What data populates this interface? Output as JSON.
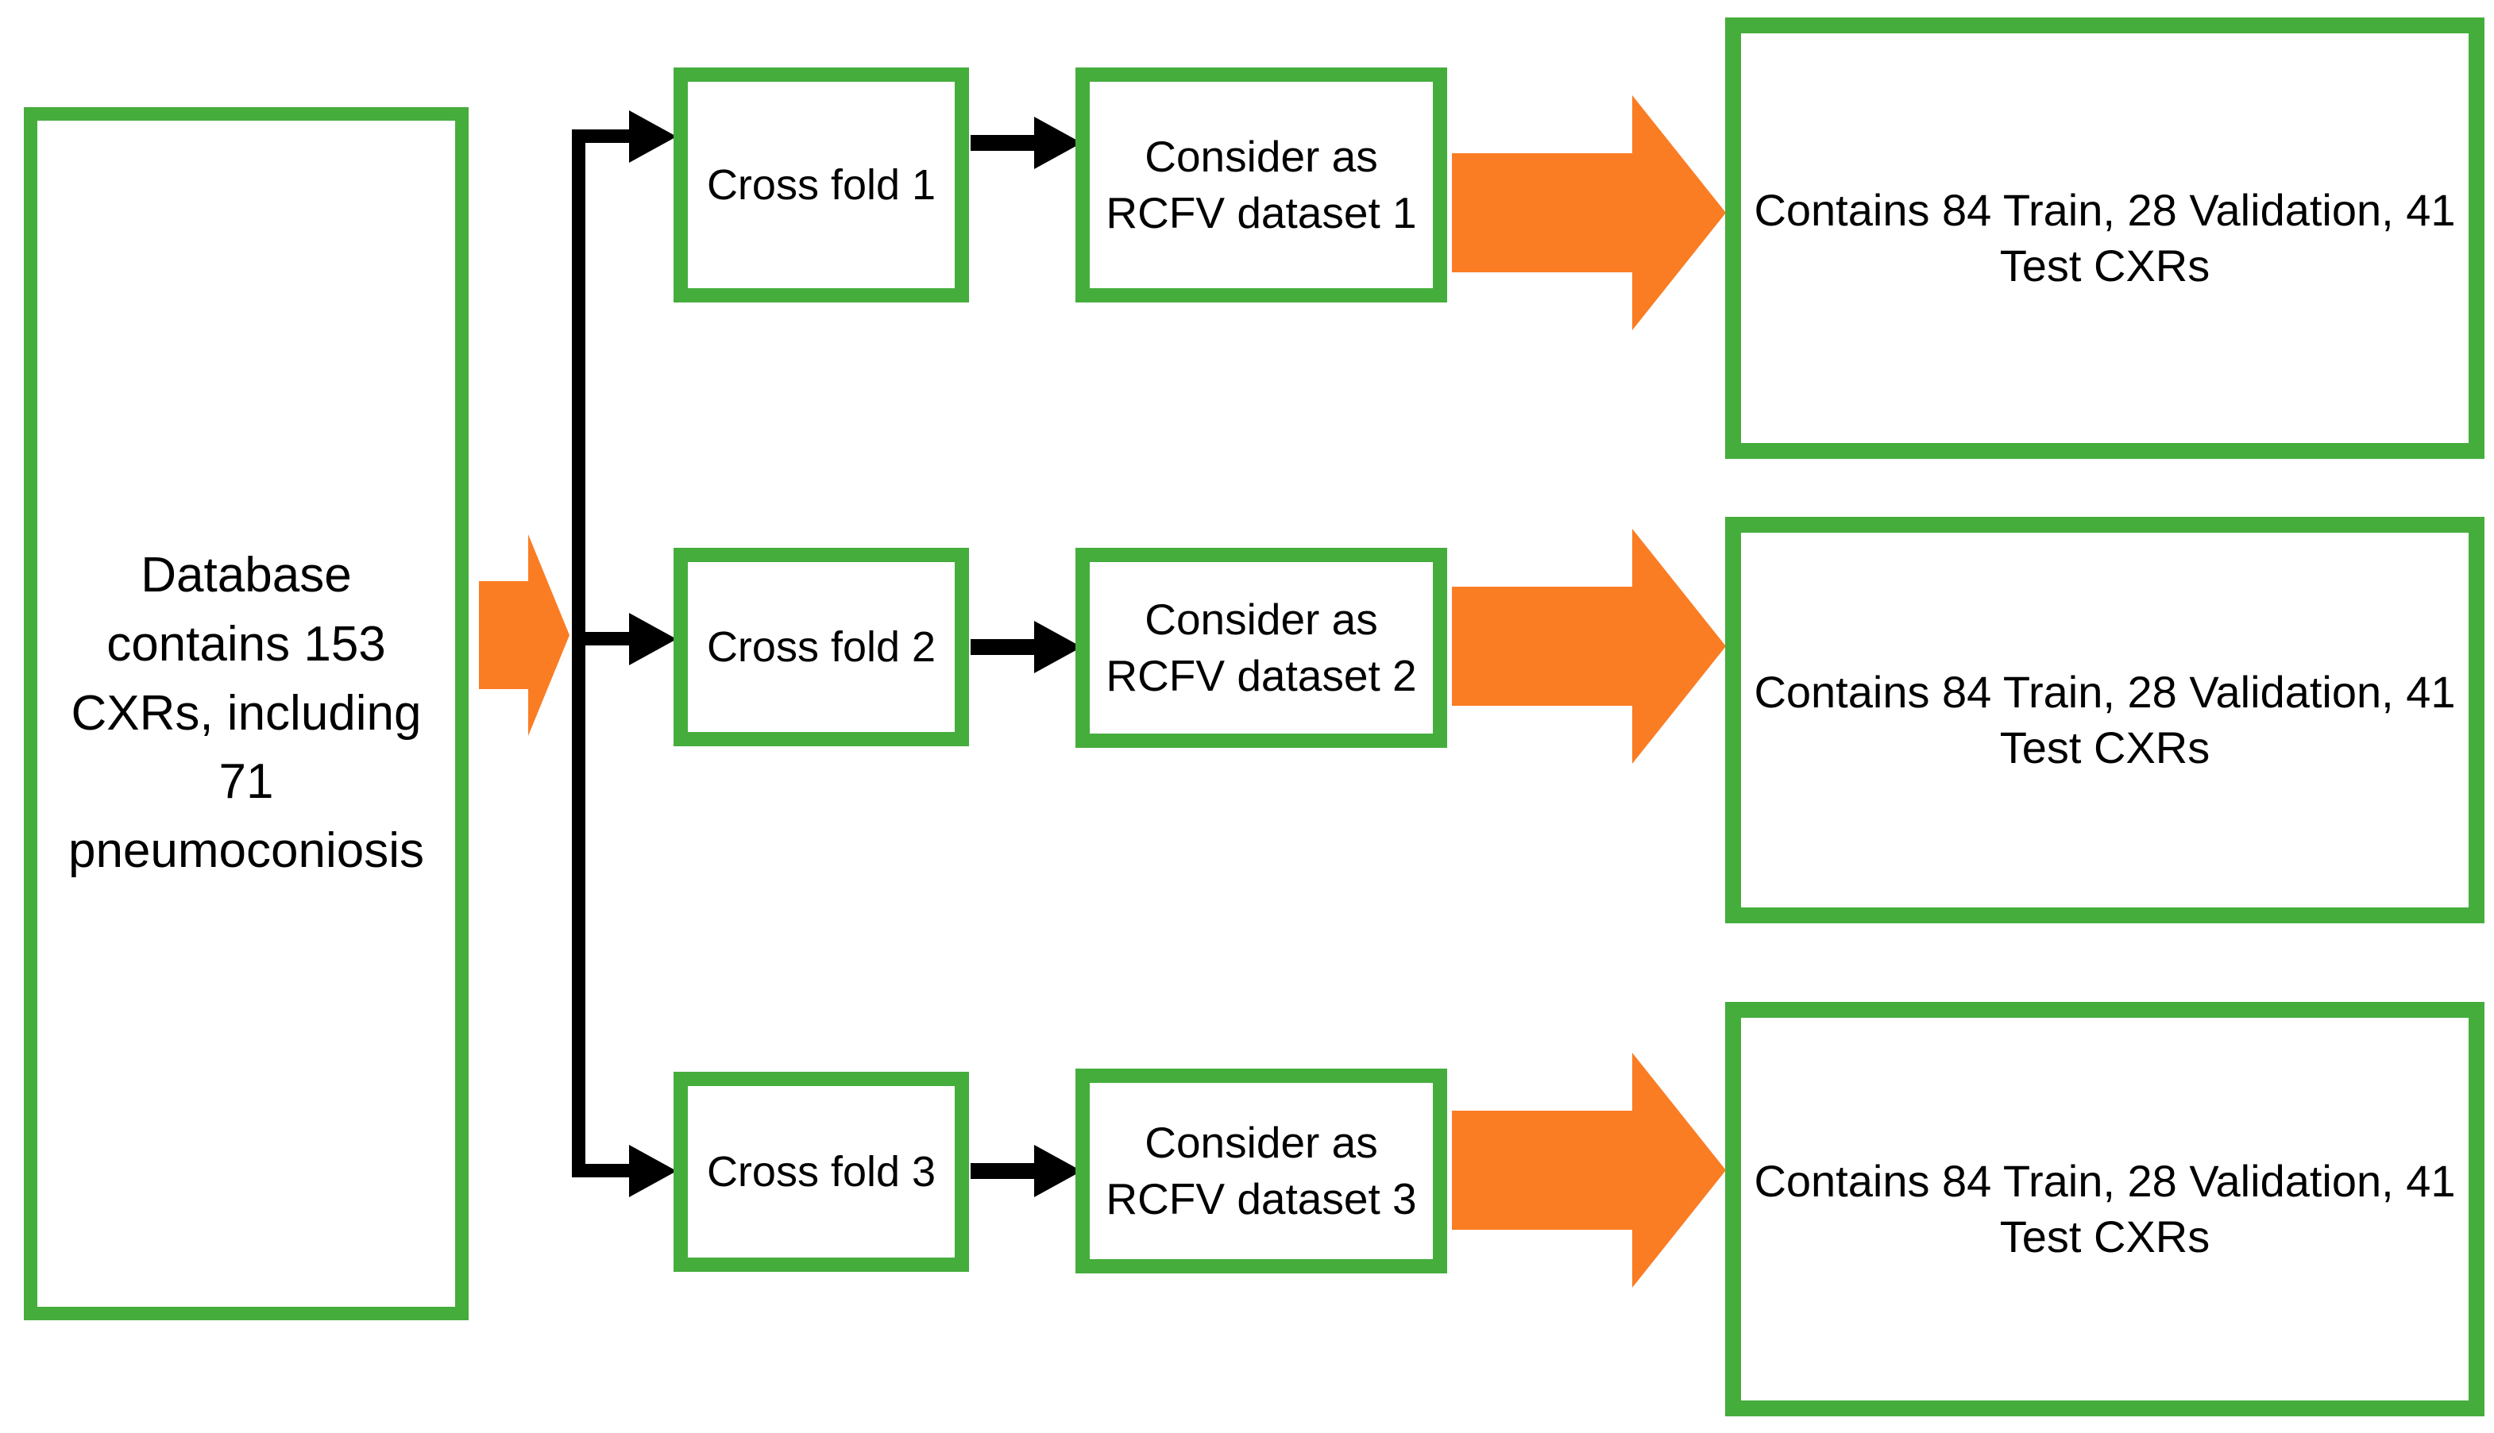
{
  "colors": {
    "green": "#45AD3C",
    "orange": "#FA7D24",
    "line": "#000000",
    "text": "#000000",
    "background": "#FFFFFF"
  },
  "diagram": {
    "source_box": "Database\ncontains 153\nCXRs, including\n71\npneumoconiosis",
    "rows": [
      {
        "fold": "Cross fold 1",
        "rcfv": "Consider as\nRCFV dataset 1",
        "result": "Contains 84 Train, 28 Validation, 41\nTest CXRs"
      },
      {
        "fold": "Cross fold 2",
        "rcfv": "Consider as\nRCFV dataset 2",
        "result": "Contains 84 Train, 28 Validation, 41\nTest CXRs"
      },
      {
        "fold": "Cross fold 3",
        "rcfv": "Consider as\nRCFV dataset 3",
        "result": "Contains 84 Train, 28 Validation, 41\nTest CXRs"
      }
    ]
  }
}
